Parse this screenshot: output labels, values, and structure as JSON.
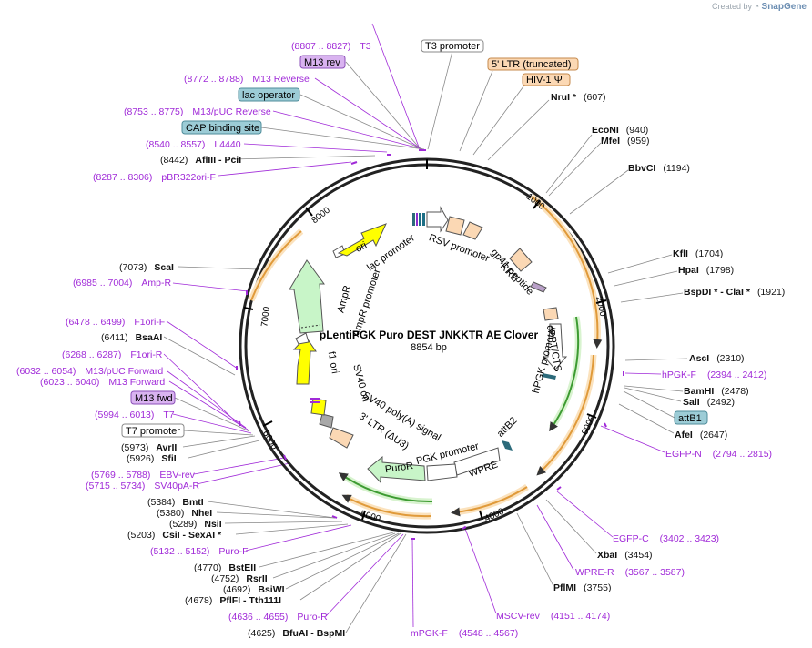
{
  "credit": {
    "prefix": "Created by",
    "brand": "SnapGene"
  },
  "plasmid": {
    "name": "pLentiPGK Puro DEST JNKKTR AE Clover",
    "size": "8854 bp"
  },
  "ticks": [
    "1000",
    "2000",
    "3000",
    "4000",
    "5000",
    "6000",
    "7000",
    "8000"
  ],
  "map_features": [
    "RSV promoter",
    "RRE",
    "gp41 peptide",
    "cPPT/CTS",
    "hPGK promoter",
    "attB2",
    "WPRE",
    "PGK promoter",
    "PuroR",
    "SV40 poly(A) signal",
    "3' LTR (ΔU3)",
    "SV40 ori",
    "f1 ori",
    "AmpR promoter",
    "AmpR",
    "lac promoter",
    "ori"
  ],
  "boxed_labels": [
    {
      "text": "T3 promoter",
      "style": "white"
    },
    {
      "text": "5' LTR (truncated)",
      "style": "peach"
    },
    {
      "text": "HIV-1 Ψ",
      "style": "peach"
    },
    {
      "text": "M13 rev",
      "style": "violet"
    },
    {
      "text": "lac operator",
      "style": "teal"
    },
    {
      "text": "CAP binding site",
      "style": "teal"
    },
    {
      "text": "attB1",
      "style": "teal"
    },
    {
      "text": "M13 fwd",
      "style": "violet"
    },
    {
      "text": "T7 promoter",
      "style": "white"
    }
  ],
  "primers_left": [
    {
      "range": "(8807 .. 8827)",
      "name": "T3"
    },
    {
      "range": "(8772 .. 8788)",
      "name": "M13 Reverse"
    },
    {
      "range": "(8753 .. 8775)",
      "name": "M13/pUC Reverse"
    },
    {
      "range": "(8540 .. 8557)",
      "name": "L4440"
    },
    {
      "range": "(8287 .. 8306)",
      "name": "pBR322ori-F"
    },
    {
      "range": "(6985 .. 7004)",
      "name": "Amp-R"
    },
    {
      "range": "(6478 .. 6499)",
      "name": "F1ori-F"
    },
    {
      "range": "(6268 .. 6287)",
      "name": "F1ori-R"
    },
    {
      "range": "(6032 .. 6054)",
      "name": "M13/pUC Forward"
    },
    {
      "range": "(6023 .. 6040)",
      "name": "M13 Forward"
    },
    {
      "range": "(5994 .. 6013)",
      "name": "T7"
    },
    {
      "range": "(5769 .. 5788)",
      "name": "EBV-rev"
    },
    {
      "range": "(5715 .. 5734)",
      "name": "SV40pA-R"
    },
    {
      "range": "(5132 .. 5152)",
      "name": "Puro-F"
    },
    {
      "range": "(4636 .. 4655)",
      "name": "Puro-R"
    }
  ],
  "sites_left": [
    {
      "pos": "(8442)",
      "name": "AflIII",
      "suffix": " - PciI"
    },
    {
      "pos": "(7073)",
      "name": "ScaI",
      "suffix": ""
    },
    {
      "pos": "(6411)",
      "name": "BsaAI",
      "suffix": ""
    },
    {
      "pos": "(5973)",
      "name": "AvrII",
      "suffix": ""
    },
    {
      "pos": "(5926)",
      "name": "SfiI",
      "suffix": ""
    },
    {
      "pos": "(5384)",
      "name": "BmtI",
      "suffix": ""
    },
    {
      "pos": "(5380)",
      "name": "NheI",
      "suffix": ""
    },
    {
      "pos": "(5289)",
      "name": "NsiI",
      "suffix": ""
    },
    {
      "pos": "(5203)",
      "name": "CsiI",
      "suffix": " - SexAI *"
    },
    {
      "pos": "(4770)",
      "name": "BstEII",
      "suffix": ""
    },
    {
      "pos": "(4752)",
      "name": "RsrII",
      "suffix": ""
    },
    {
      "pos": "(4692)",
      "name": "BsiWI",
      "suffix": ""
    },
    {
      "pos": "(4678)",
      "name": "PflFI",
      "suffix": " - Tth111I"
    },
    {
      "pos": "(4625)",
      "name": "BfuAI",
      "suffix": " - BspMI"
    }
  ],
  "sites_right": [
    {
      "name": "NruI *",
      "pos": "(607)"
    },
    {
      "name": "EcoNI",
      "pos": "(940)"
    },
    {
      "name": "MfeI",
      "pos": "(959)"
    },
    {
      "name": "BbvCI",
      "pos": "(1194)"
    },
    {
      "name": "KflI",
      "pos": "(1704)"
    },
    {
      "name": "HpaI",
      "pos": "(1798)"
    },
    {
      "name": "BspDI * - ClaI *",
      "pos": "(1921)"
    },
    {
      "name": "AscI",
      "pos": "(2310)"
    },
    {
      "name": "BamHI",
      "pos": "(2478)"
    },
    {
      "name": "SalI",
      "pos": "(2492)"
    },
    {
      "name": "AfeI",
      "pos": "(2647)"
    },
    {
      "name": "XbaI",
      "pos": "(3454)"
    },
    {
      "name": "PflMI",
      "pos": "(3755)"
    }
  ],
  "primers_right": [
    {
      "name": "hPGK-F",
      "range": "(2394 .. 2412)"
    },
    {
      "name": "EGFP-N",
      "range": "(2794 .. 2815)"
    },
    {
      "name": "EGFP-C",
      "range": "(3402 .. 3423)"
    },
    {
      "name": "WPRE-R",
      "range": "(3567 .. 3587)"
    },
    {
      "name": "MSCV-rev",
      "range": "(4151 .. 4174)"
    },
    {
      "name": "mPGK-F",
      "range": "(4548 .. 4567)"
    }
  ],
  "colors": {
    "primer": "#a02ad8",
    "peach": "#fbd8b4",
    "violet": "#d9b3f0",
    "teal": "#9cccd6",
    "orf": "#e09a3a",
    "green": "#3d9b32",
    "yellow": "#ffff00",
    "lightgreen": "#c8f5c8"
  }
}
